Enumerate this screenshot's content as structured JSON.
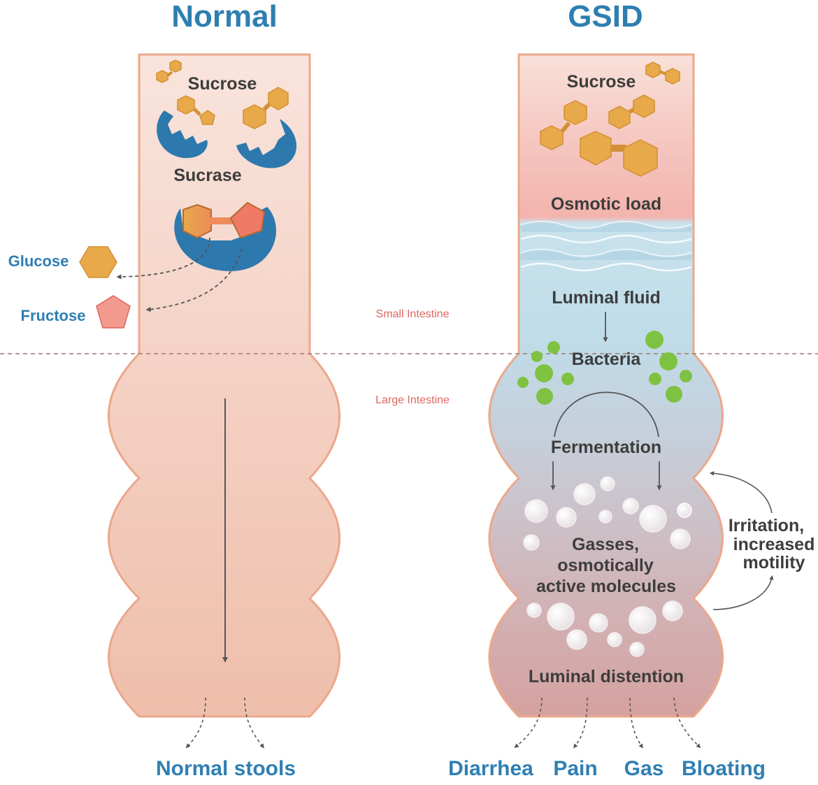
{
  "normal": {
    "title": "Normal",
    "sucrose": "Sucrose",
    "sucrase": "Sucrase",
    "glucose": "Glucose",
    "fructose": "Fructose",
    "outcome": "Normal stools"
  },
  "gsid": {
    "title": "GSID",
    "sucrose": "Sucrose",
    "osmotic_load": "Osmotic load",
    "luminal_fluid": "Luminal fluid",
    "bacteria": "Bacteria",
    "fermentation": "Fermentation",
    "gasses_lines": [
      "Gasses,",
      "osmotically",
      "active molecules"
    ],
    "irritation_lines": [
      "Irritation,",
      "increased",
      "motility"
    ],
    "distention": "Luminal distention",
    "symptoms": [
      "Diarrhea",
      "Pain",
      "Gas",
      "Bloating"
    ]
  },
  "regions": {
    "small_intestine": "Small Intestine",
    "large_intestine": "Large Intestine"
  },
  "colors": {
    "title_blue": "#2e7fb0",
    "enzyme_blue": "#2d79ae",
    "sugar_orange": "#e8a94a",
    "fructose_pink": "#f29a8e",
    "bacteria_green": "#7fc241",
    "region_red": "#e0665e"
  }
}
